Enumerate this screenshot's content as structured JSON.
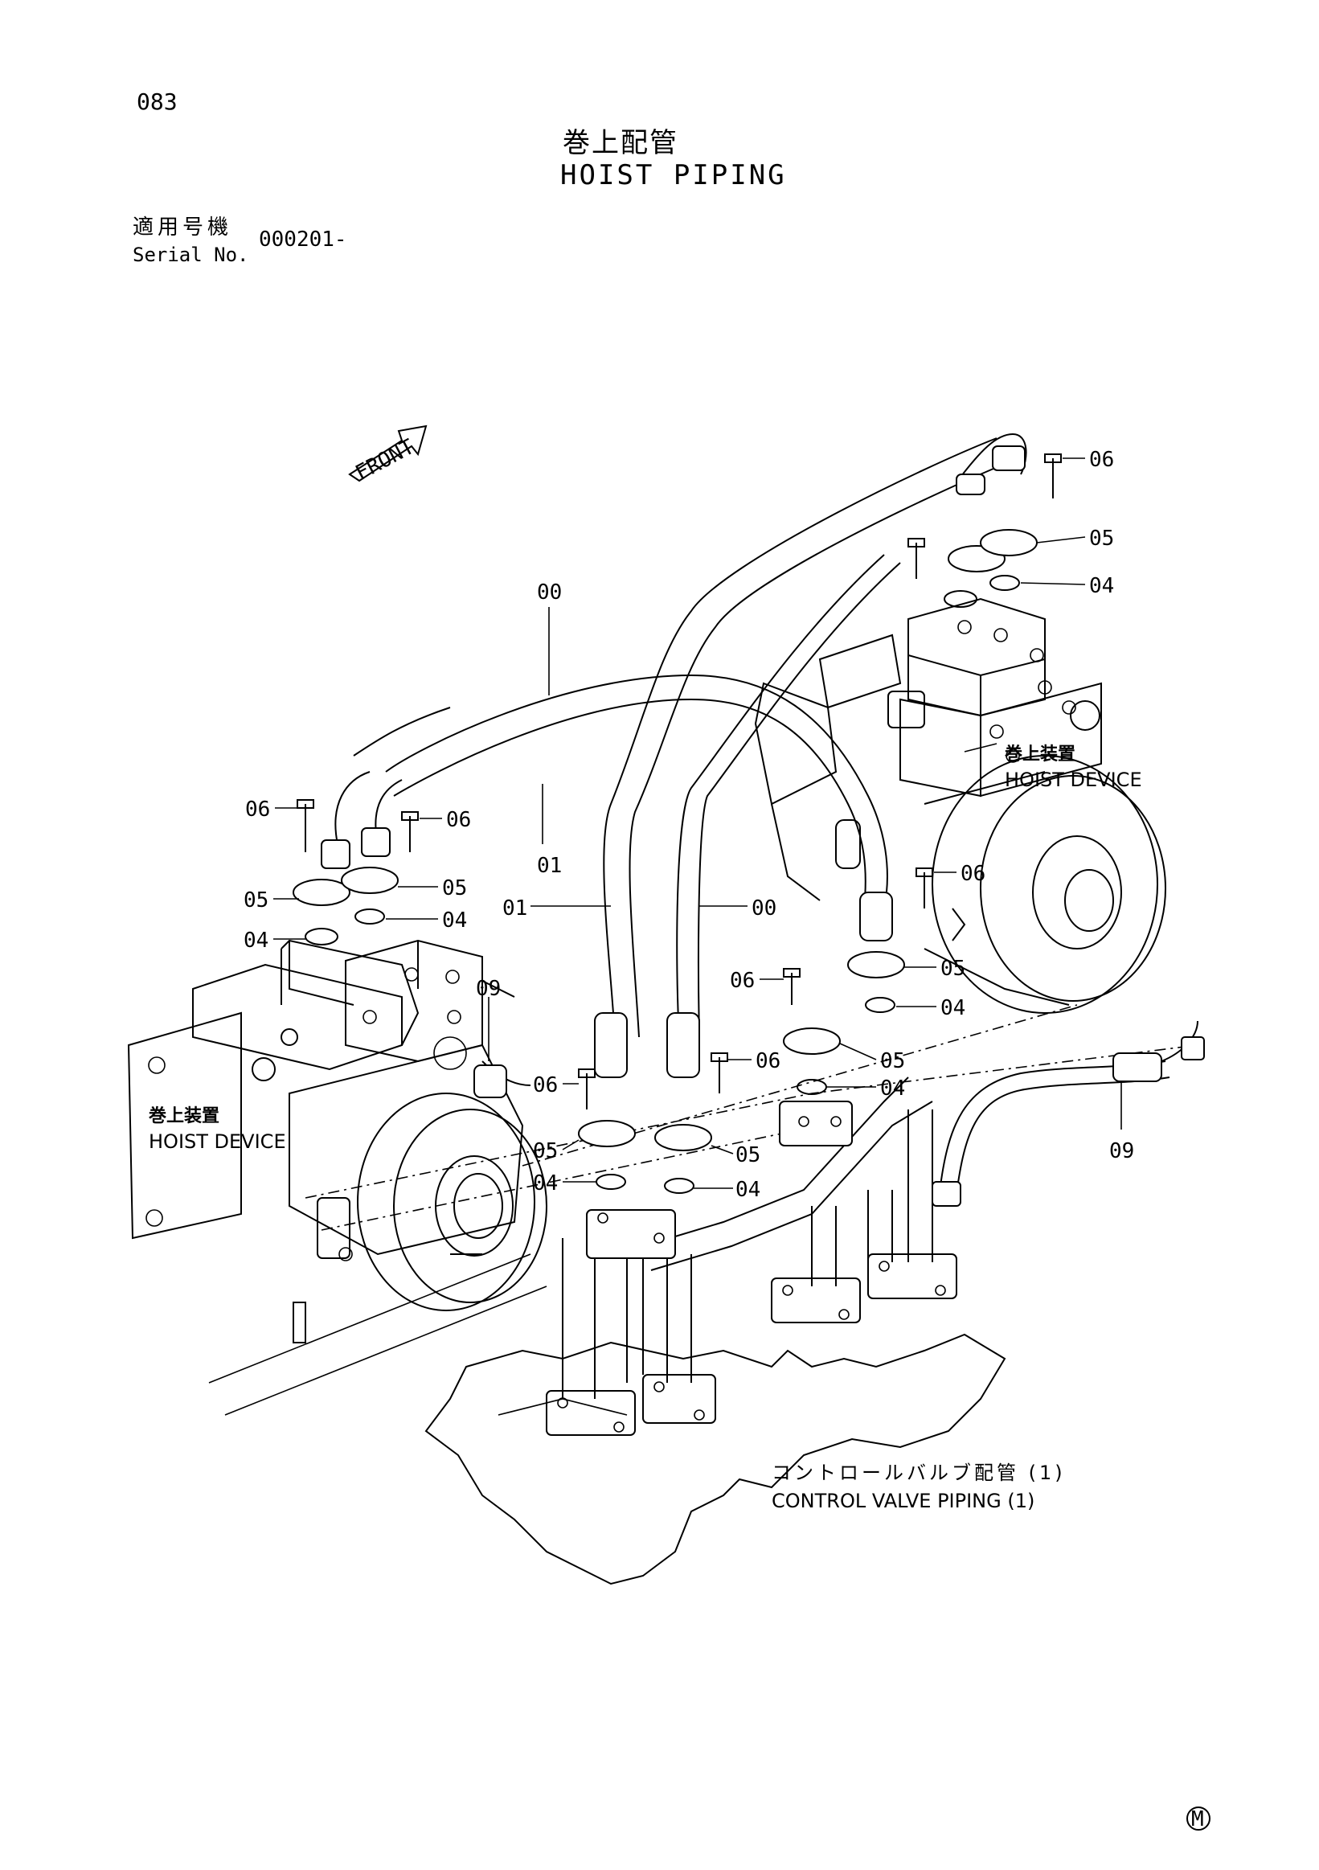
{
  "header": {
    "page_number": "083",
    "title_jp": "巻上配管",
    "title_en": "HOIST PIPING",
    "serial_label_jp": "適用号機",
    "serial_label_en": "Serial No.",
    "serial_value": "000201-"
  },
  "front_label": "FRONT",
  "callouts": {
    "c00": "00",
    "c01": "01",
    "c04": "04",
    "c05": "05",
    "c06": "06",
    "c09": "09"
  },
  "notes": {
    "hoist_device_jp": "巻上装置",
    "hoist_device_en": "HOIST DEVICE",
    "control_valve_jp": "コントロールバルブ配管 (1)",
    "control_valve_en": "CONTROL VALVE PIPING (1)"
  },
  "footer_mark": "M"
}
